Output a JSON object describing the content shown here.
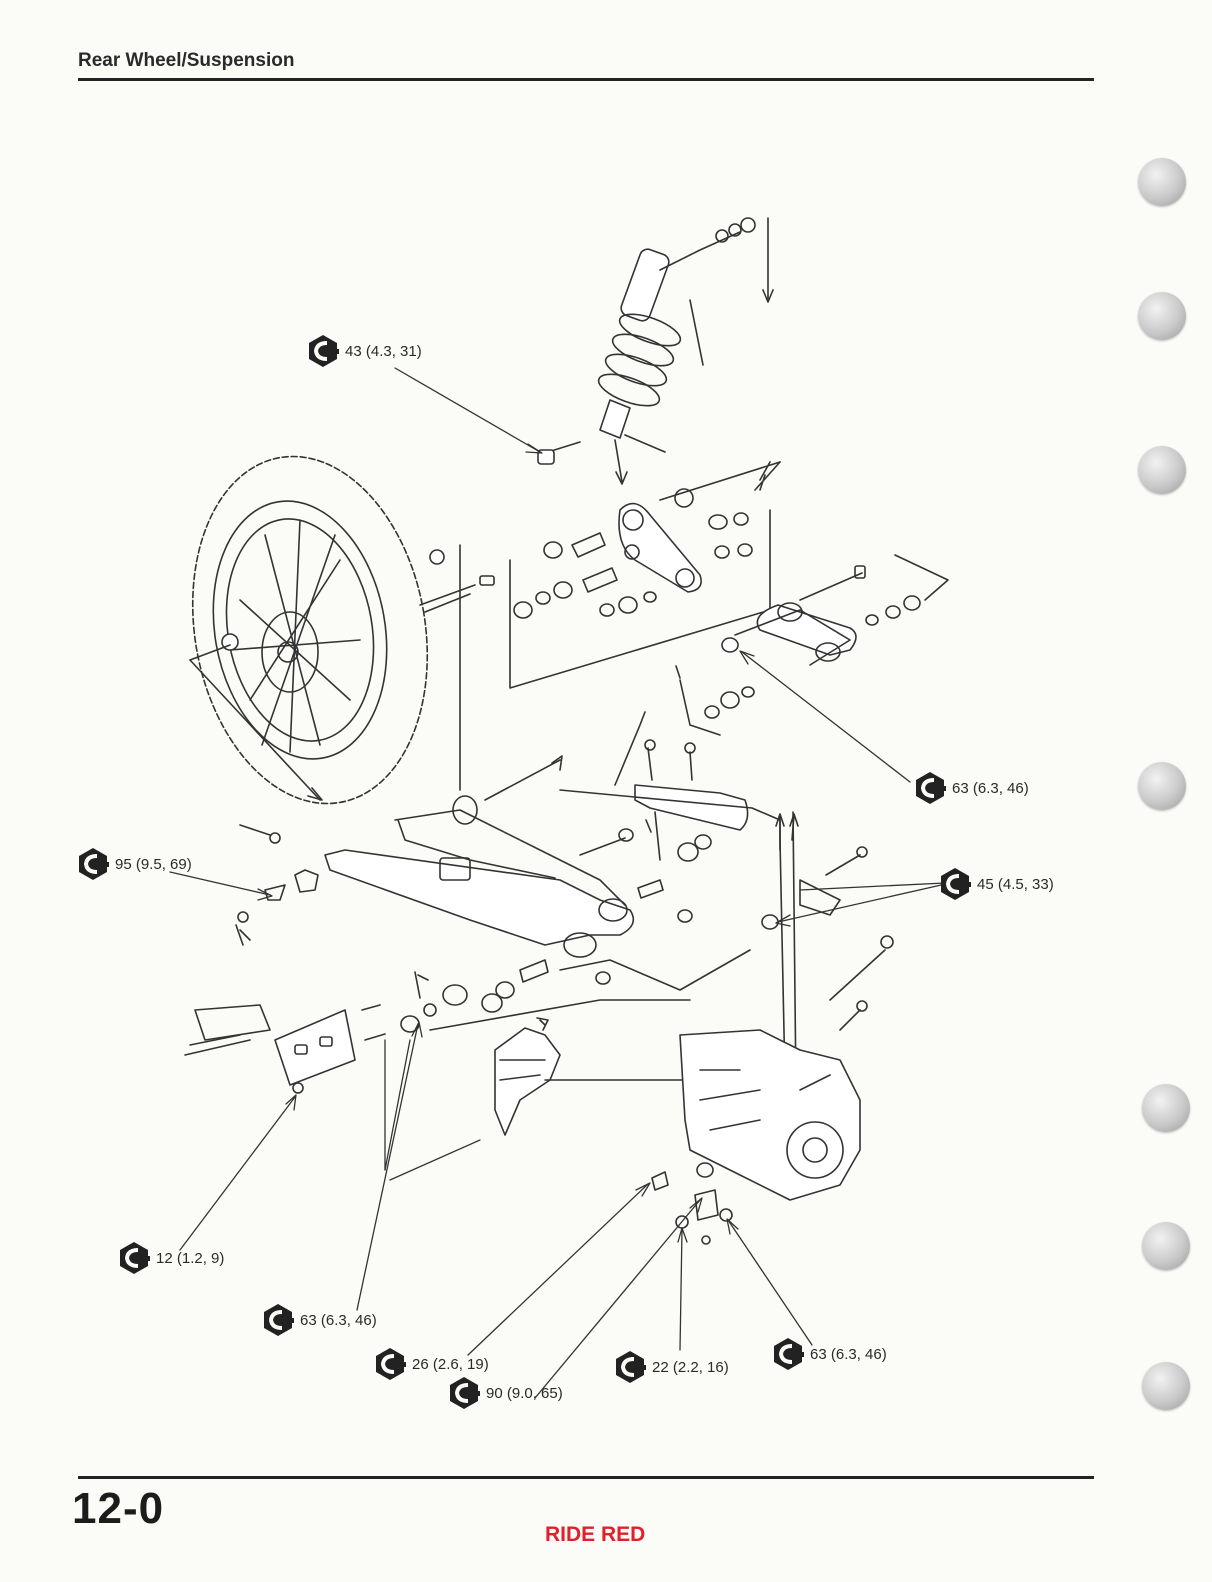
{
  "header": {
    "title": "Rear Wheel/Suspension"
  },
  "footer": {
    "page_number": "12-0",
    "brand": "RIDE RED"
  },
  "icons": {
    "torque": "torque-wrench-icon"
  },
  "colors": {
    "brand": "#e0202a",
    "ink": "#222222",
    "page": "#fbfbf8"
  },
  "torque_labels": [
    {
      "value": "43 (4.3, 31)"
    },
    {
      "value": "63 (6.3, 46)"
    },
    {
      "value": "95 (9.5, 69)"
    },
    {
      "value": "45 (4.5, 33)"
    },
    {
      "value": "12 (1.2, 9)"
    },
    {
      "value": "63 (6.3, 46)"
    },
    {
      "value": "26 (2.6, 19)"
    },
    {
      "value": "90 (9.0, 65)"
    },
    {
      "value": "22 (2.2, 16)"
    },
    {
      "value": "63 (6.3, 46)"
    }
  ]
}
